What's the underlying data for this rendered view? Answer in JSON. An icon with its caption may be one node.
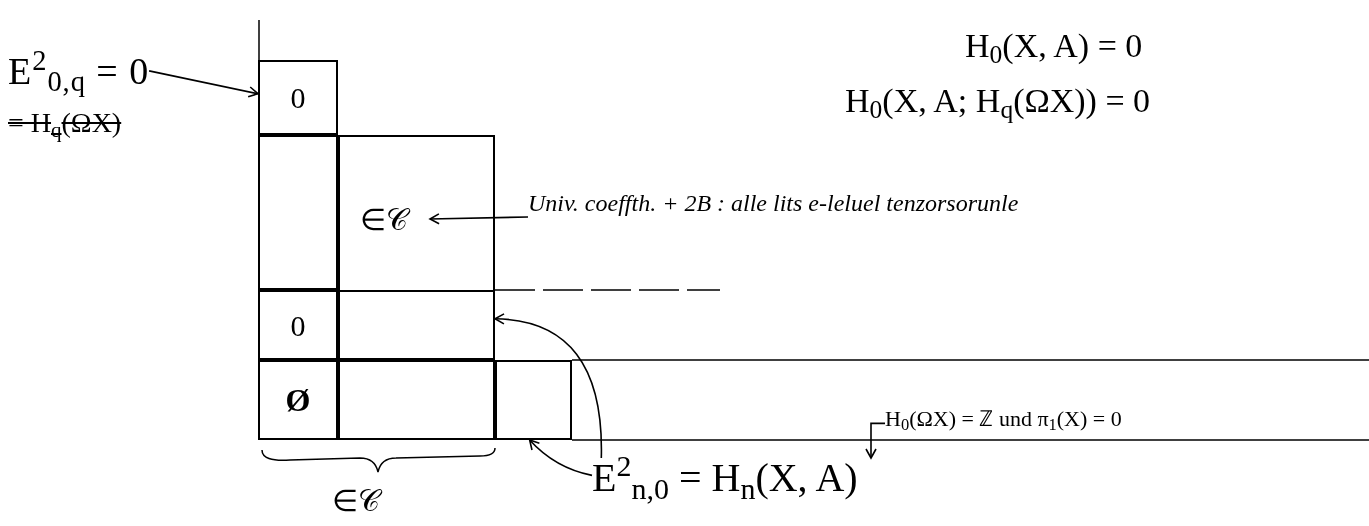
{
  "diagram": {
    "nodes": [
      {
        "text": [
          "E$^{2}$$_{0,q}$ = 0"
        ]
      },
      {
        "text": [
          "0"
        ]
      },
      {
        "text": [],
        "shape": "box"
      },
      {
        "text": [
          "∈𝒞"
        ],
        "in": 2
      },
      {
        "text": [
          "Univ. coeffth. + 2B : alle lits e-leluel tenzorsorunle"
        ]
      },
      {
        "text": [
          "0"
        ]
      },
      {
        "text": [
          "Ø"
        ]
      },
      {
        "text": [],
        "shape": "box",
        "in": 2
      },
      {
        "text": [],
        "shape": "box"
      },
      {
        "text": [],
        "shape": "box"
      },
      {
        "text": [
          "E$^{2}$$_{n,0}$ = H$_{n}$(X, A)"
        ]
      },
      {
        "text": [
          "H$_{0}$(ΩX) = ℤ und π$_{1}$(X) = 0"
        ]
      },
      {
        "text": [],
        "shape": "box"
      }
    ],
    "edges": [
      {
        "from": 0,
        "to": 1,
        "arrow": "to"
      },
      {
        "from": 4,
        "to": 3,
        "arrow": "to"
      },
      {
        "from": 10,
        "to": 7,
        "arrow": "to"
      },
      {
        "from": 10,
        "to": 9,
        "arrow": "to"
      },
      {
        "from": 11,
        "to": 10,
        "arrow": "to"
      }
    ],
    "labels": [
      "H$_{0}$(X, A) = 0",
      "H$_{0}$(X, A; H$_{q}$(ΩX)) = 0",
      "= H$_{q}$(ΩX)",
      "∈𝒞"
    ]
  }
}
